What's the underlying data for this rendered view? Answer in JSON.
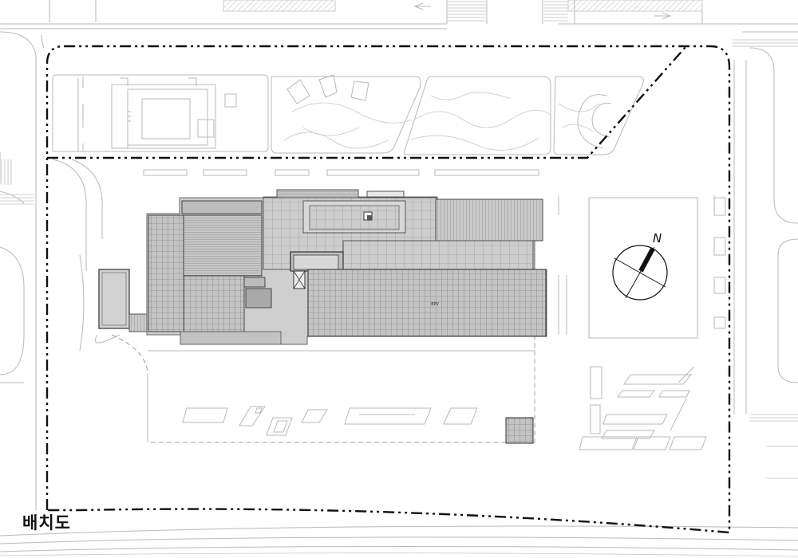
{
  "drawing": {
    "title": "배치도",
    "north_label": "N",
    "roof_label": "EPV"
  },
  "colors": {
    "background": "#ffffff",
    "boundary_line": "#111111",
    "context_lines": "#b9b9b9",
    "roof_light": "#cfcfcf",
    "roof_mid": "#bdbdbd",
    "roof_dark": "#8c8c8c",
    "hatch": "#666666"
  },
  "icons": [
    "north-arrow-icon"
  ]
}
